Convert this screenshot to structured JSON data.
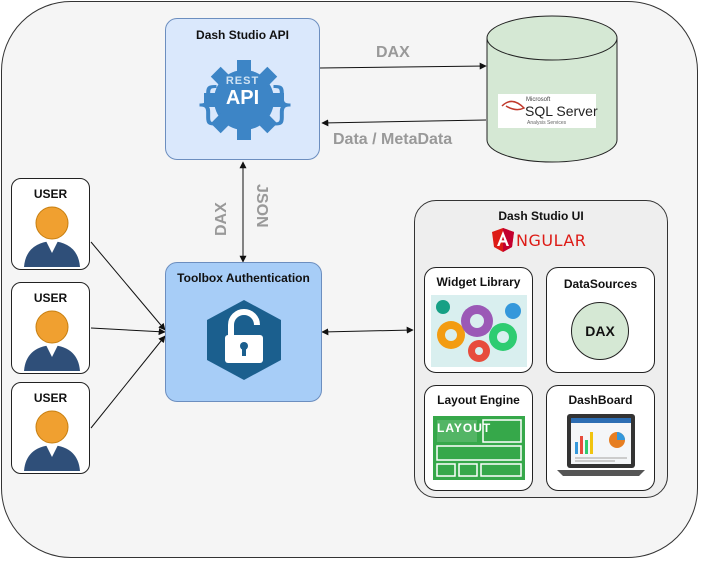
{
  "api": {
    "title": "Dash Studio API",
    "rest": "REST",
    "api": "API"
  },
  "edges": {
    "dax_top": "DAX",
    "data_meta": "Data / MetaData",
    "dax_vertical": "DAX",
    "json_vertical": "JSON"
  },
  "sql": {
    "microsoft": "Microsoft",
    "name": "SQL Server",
    "sub": "Analysis Services"
  },
  "users": [
    {
      "label": "USER"
    },
    {
      "label": "USER"
    },
    {
      "label": "USER"
    }
  ],
  "auth": {
    "title": "Toolbox Authentication"
  },
  "ui": {
    "title": "Dash Studio UI",
    "framework": "NGULAR",
    "framework_letter": "A",
    "widget_library": "Widget Library",
    "datasources": "DataSources",
    "datasources_dax": "DAX",
    "layout_engine": "Layout Engine",
    "layout_logo": "LAYOUT",
    "dashboard": "DashBoard"
  },
  "colors": {
    "api_fill": "#dae8fc",
    "api_stroke": "#6c8ebf",
    "auth_fill": "#a7cdf7",
    "gear": "#3d85c6",
    "db_fill": "#d5e8d4",
    "db_stroke": "#82b366",
    "hex": "#1b5f8e",
    "angular_red": "#dd1b16",
    "layout_green": "#36a84a"
  }
}
